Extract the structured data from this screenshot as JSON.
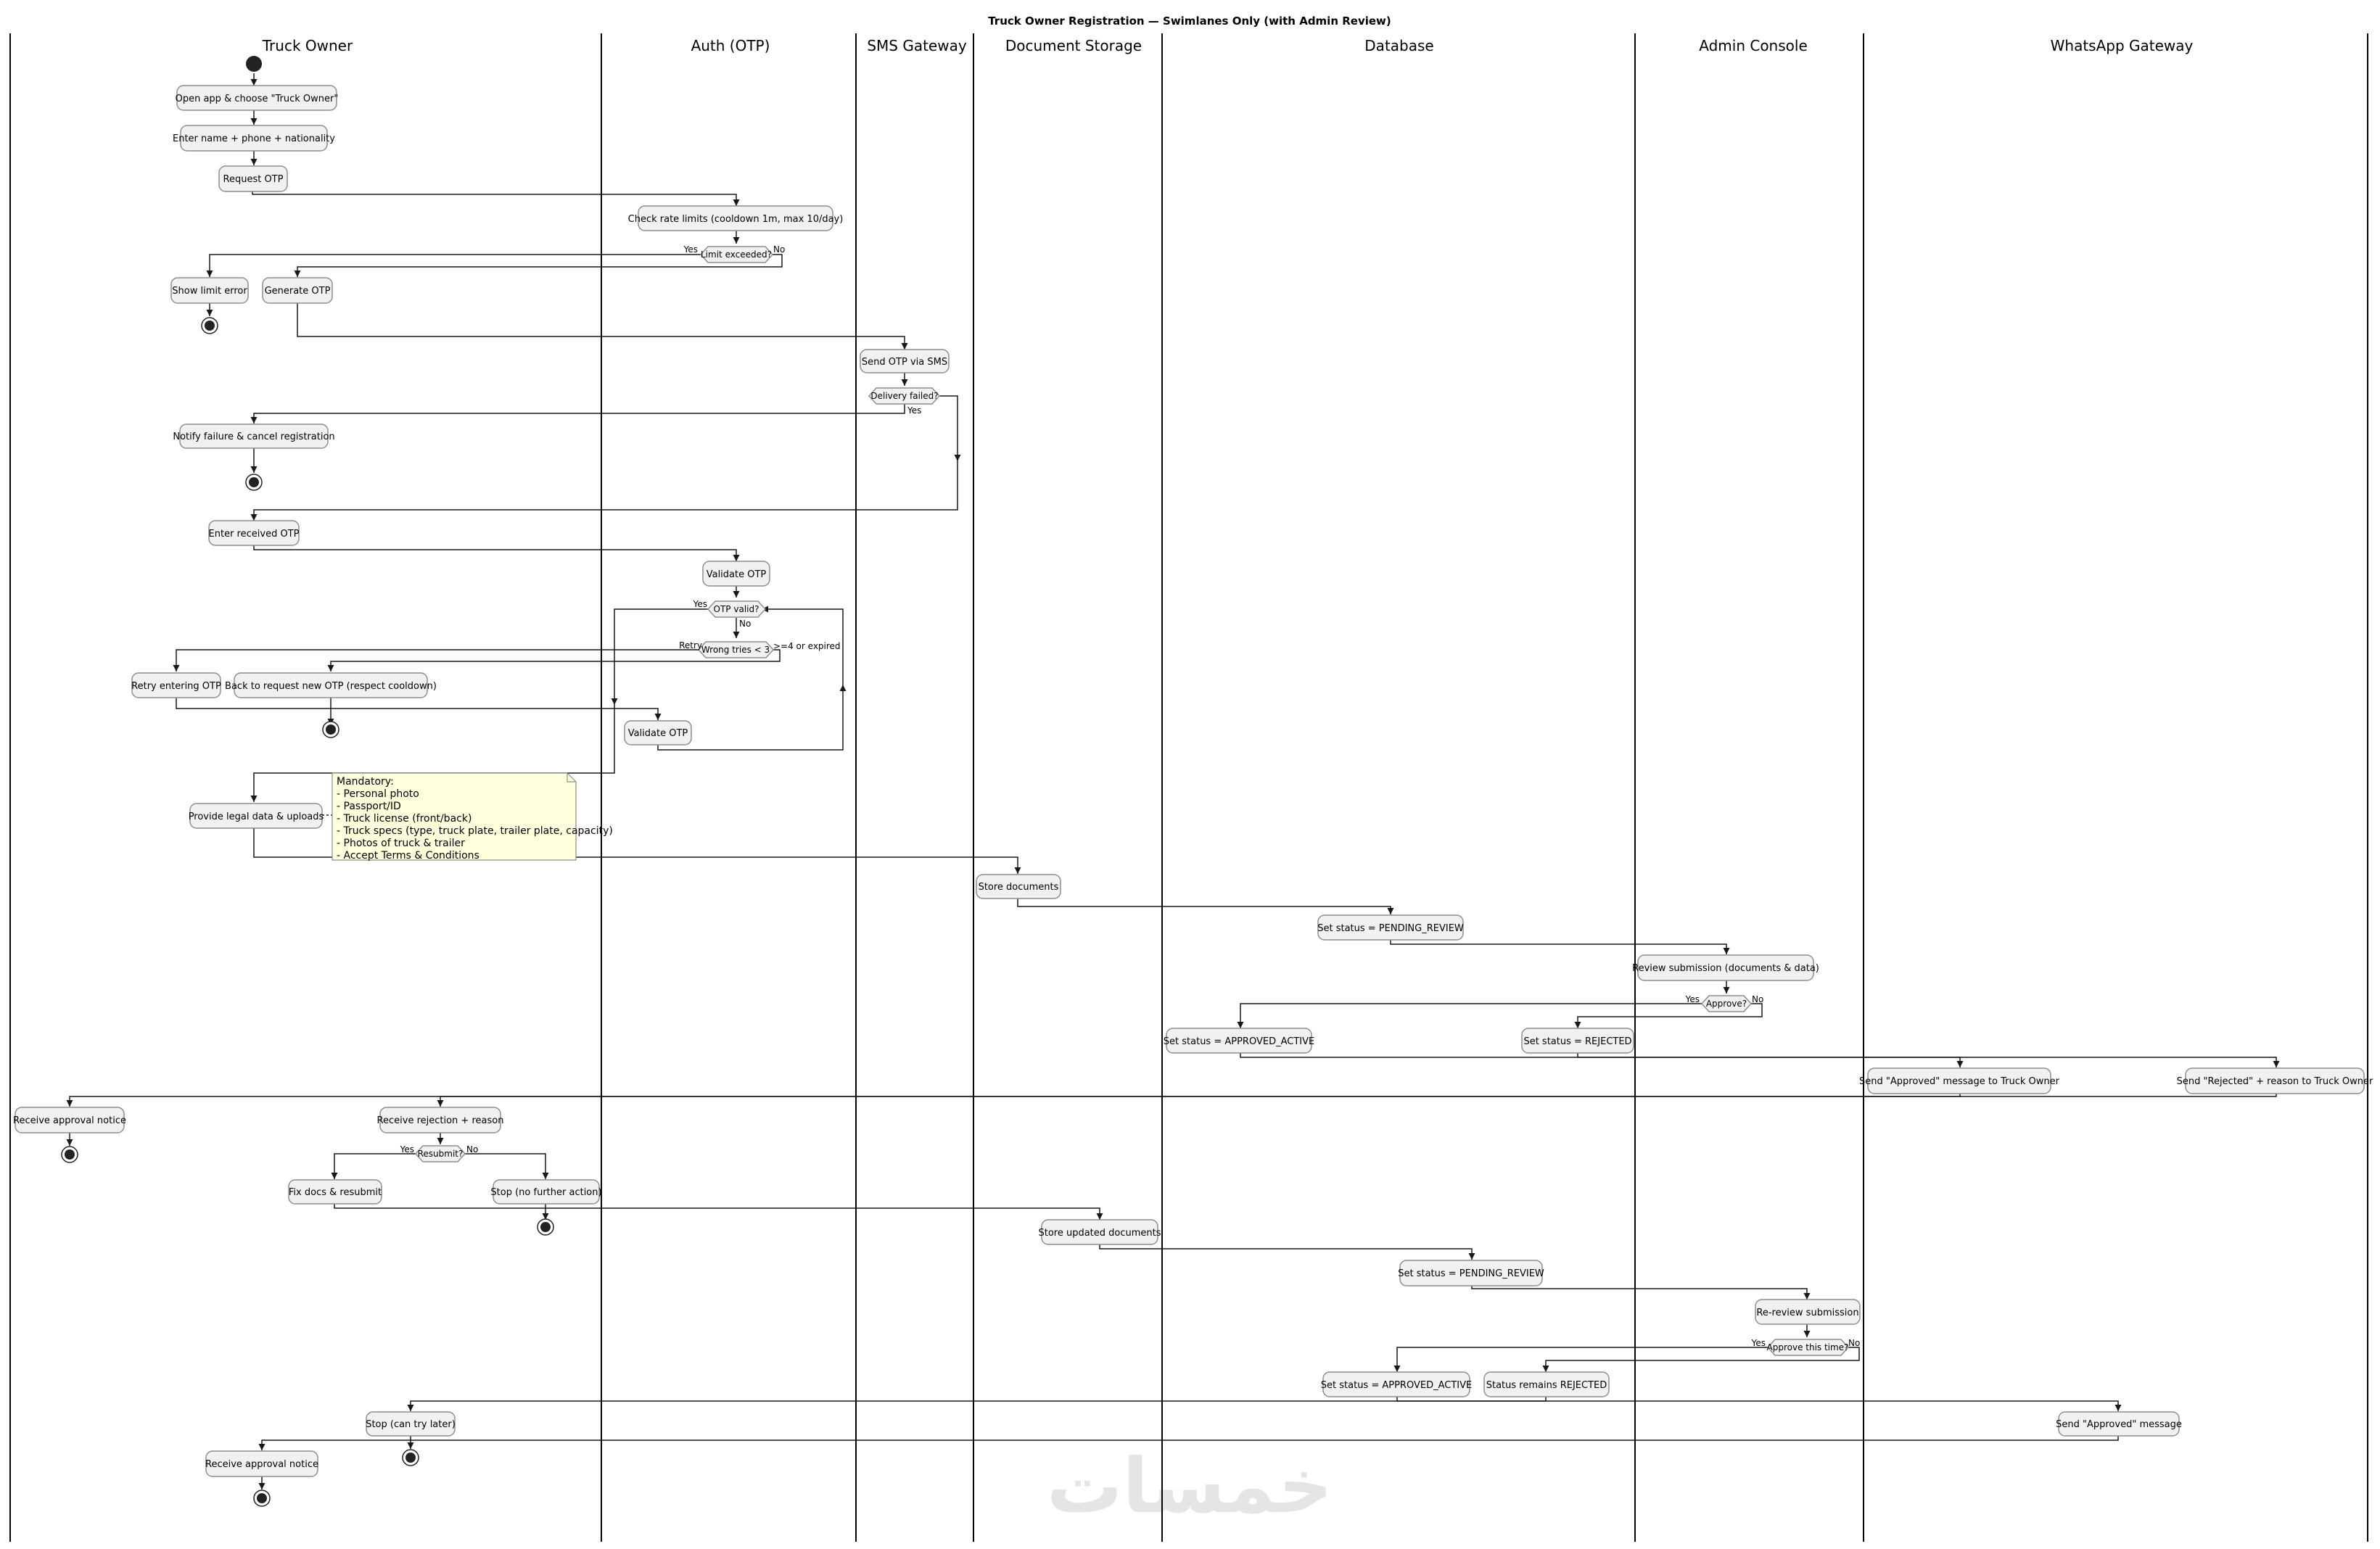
{
  "title": "Truck Owner Registration — Swimlanes Only (with Admin Review)",
  "watermark": "خمسات",
  "lanes": [
    "Truck Owner",
    "Auth (OTP)",
    "SMS Gateway",
    "Document Storage",
    "Database",
    "Admin Console",
    "WhatsApp Gateway"
  ],
  "nodes": {
    "open_app": "Open app & choose \"Truck Owner\"",
    "enter_name": "Enter name + phone + nationality",
    "request_otp": "Request OTP",
    "check_rate": "Check rate limits (cooldown 1m, max 10/day)",
    "show_limit": "Show limit error",
    "generate_otp": "Generate OTP",
    "send_otp": "Send OTP via SMS",
    "notify_failure": "Notify failure & cancel registration",
    "enter_received": "Enter received OTP",
    "validate_otp": "Validate OTP",
    "retry_entering": "Retry entering OTP",
    "back_request": "Back to request new OTP (respect cooldown)",
    "validate_otp_2": "Validate OTP",
    "provide_legal": "Provide legal data & uploads",
    "store_docs": "Store documents",
    "set_pending": "Set status = PENDING_REVIEW",
    "review_submission": "Review submission (documents & data)",
    "set_approved": "Set status = APPROVED_ACTIVE",
    "set_rejected": "Set status = REJECTED",
    "send_approved": "Send \"Approved\" message to Truck Owner",
    "send_rejected": "Send \"Rejected\" + reason to Truck Owner",
    "receive_approval": "Receive approval notice",
    "receive_rejection": "Receive rejection + reason",
    "fix_docs": "Fix docs & resubmit",
    "stop_no_action": "Stop (no further action)",
    "store_updated": "Store updated documents",
    "set_pending_2": "Set status = PENDING_REVIEW",
    "rereview": "Re-review submission",
    "set_approved_2": "Set status = APPROVED_ACTIVE",
    "status_remains": "Status remains REJECTED",
    "stop_try_later": "Stop (can try later)",
    "send_approved_2": "Send \"Approved\" message",
    "receive_approval_2": "Receive approval notice"
  },
  "decisions": {
    "limit_exceeded": "Limit exceeded?",
    "delivery_failed": "Delivery failed?",
    "otp_valid": "OTP valid?",
    "wrong_tries": "Wrong tries < 3",
    "approve": "Approve?",
    "resubmit": "Resubmit?",
    "approve_this_time": "Approve this time?"
  },
  "branch_labels": {
    "yes": "Yes",
    "no": "No",
    "retry": "Retry",
    "expired": ">=4 or expired"
  },
  "note": [
    "Mandatory:",
    "- Personal photo",
    "- Passport/ID",
    "- Truck license (front/back)",
    "- Truck specs (type, truck plate, trailer plate, capacity)",
    "- Photos of truck & trailer",
    "- Accept Terms & Conditions"
  ]
}
